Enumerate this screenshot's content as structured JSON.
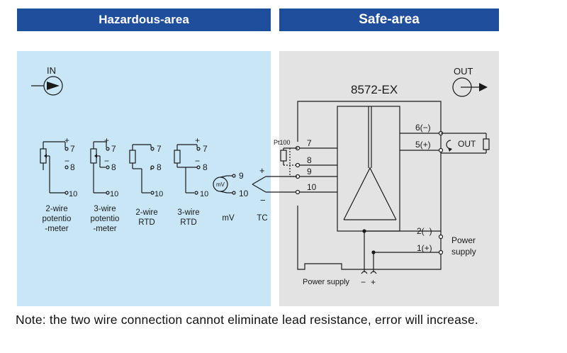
{
  "headers": {
    "hazardous": "Hazardous-area",
    "safe": "Safe-area"
  },
  "in_label": "IN",
  "out_label": "OUT",
  "model": "8572-EX",
  "inputs": [
    {
      "line1": "2-wire",
      "line2": "potentio",
      "line3": "-meter"
    },
    {
      "line1": "3-wire",
      "line2": "potentio",
      "line3": "-meter"
    },
    {
      "line1": "2-wire",
      "line2": "RTD",
      "line3": ""
    },
    {
      "line1": "3-wire",
      "line2": "RTD",
      "line3": ""
    },
    {
      "line1": "mV",
      "line2": "",
      "line3": ""
    },
    {
      "line1": "TC",
      "line2": "",
      "line3": ""
    }
  ],
  "terminals": {
    "t7": "7",
    "t8": "8",
    "t9": "9",
    "t10": "10"
  },
  "plus": "+",
  "minus": "−",
  "mv_symbol": "mV",
  "pt100": "Pt100",
  "out_terminals": {
    "t6": "6(−)",
    "t5": "5(+)"
  },
  "out_load": "OUT",
  "power_terminals": {
    "t2": "2(−)",
    "t1": "1(+)"
  },
  "power_supply_right": {
    "line1": "Power",
    "line2": "supply"
  },
  "power_supply_bottom": "Power supply",
  "note": "Note: the two wire connection cannot eliminate lead resistance, error will increase."
}
